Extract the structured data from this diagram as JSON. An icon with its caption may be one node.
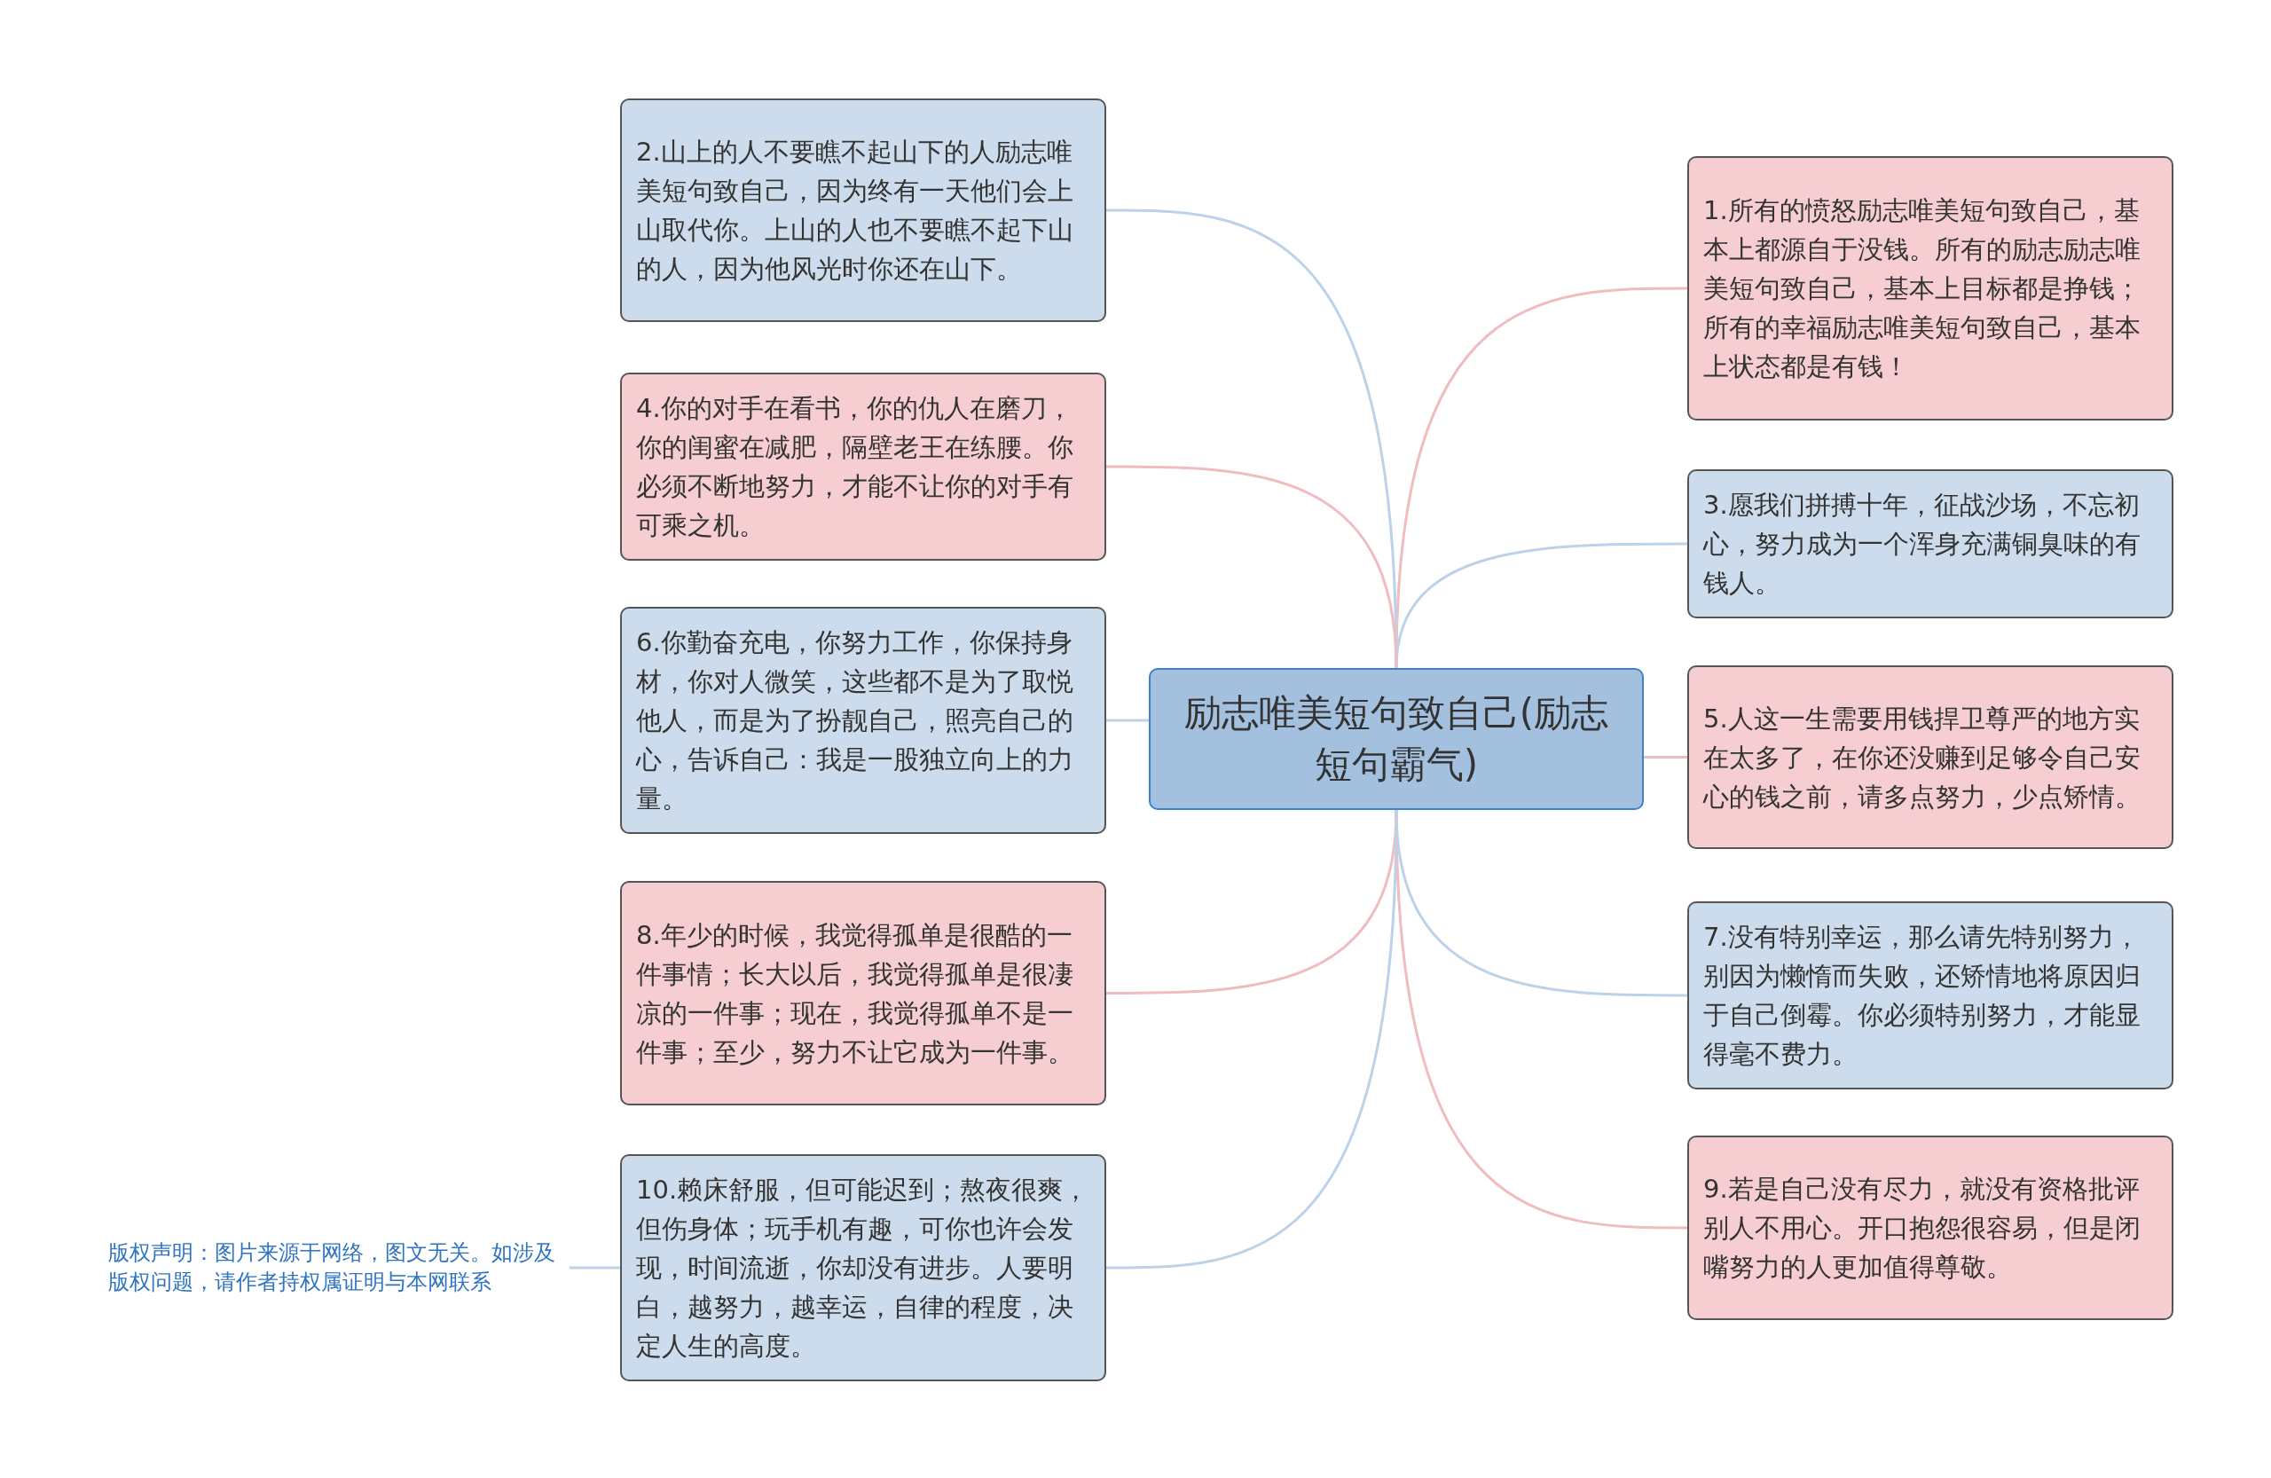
{
  "diagram": {
    "nodes": [
      {
        "text": [
          "励志唯美短句致自己(励志短句霸气)"
        ]
      },
      {
        "text": [
          "1.所有的愤怒励志唯美短句致自己，基本上都源自于没钱。所有的励志励志唯美短句致自己，基本上目标都是挣钱；所有的幸福励志唯美短句致自己，基本上状态都是有钱！"
        ]
      },
      {
        "text": [
          "2.山上的人不要瞧不起山下的人励志唯美短句致自己，因为终有一天他们会上山取代你。上山的人也不要瞧不起下山的人，因为他风光时你还在山下。"
        ]
      },
      {
        "text": [
          "3.愿我们拼搏十年，征战沙场，不忘初心，努力成为一个浑身充满铜臭味的有钱人。"
        ]
      },
      {
        "text": [
          "4.你的对手在看书，你的仇人在磨刀，你的闺蜜在减肥，隔壁老王在练腰。你必须不断地努力，才能不让你的对手有可乘之机。"
        ]
      },
      {
        "text": [
          "5.人这一生需要用钱捍卫尊严的地方实在太多了，在你还没赚到足够令自己安心的钱之前，请多点努力，少点矫情。"
        ]
      },
      {
        "text": [
          "6.你勤奋充电，你努力工作，你保持身材，你对人微笑，这些都不是为了取悦他人，而是为了扮靓自己，照亮自己的心，告诉自己：我是一股独立向上的力量。"
        ]
      },
      {
        "text": [
          "7.没有特别幸运，那么请先特别努力，别因为懒惰而失败，还矫情地将原因归于自己倒霉。你必须特别努力，才能显得毫不费力。"
        ]
      },
      {
        "text": [
          "8.年少的时候，我觉得孤单是很酷的一件事情；长大以后，我觉得孤单是很凄凉的一件事；现在，我觉得孤单不是一件事；至少，努力不让它成为一件事。"
        ]
      },
      {
        "text": [
          "9.若是自己没有尽力，就没有资格批评别人不用心。开口抱怨很容易，但是闭嘴努力的人更加值得尊敬。"
        ]
      },
      {
        "text": [
          "10.赖床舒服，但可能迟到；熬夜很爽，但伤身体；玩手机有趣，可你也许会发现，时间流逝，你却没有进步。人要明白，越努力，越幸运，自律的程度，决定人生的高度。"
        ]
      },
      {
        "text": [
          "版权声明：图片来源于网络，图文无关。如涉及版权问题，请作者持权属证明与本网联系"
        ]
      }
    ],
    "edges": [
      {
        "from": 0,
        "to": 1,
        "arrow": "none",
        "color": "#f0bcc0"
      },
      {
        "from": 0,
        "to": 2,
        "arrow": "none",
        "color": "#bcd2e8"
      },
      {
        "from": 0,
        "to": 3,
        "arrow": "none",
        "color": "#bcd2e8"
      },
      {
        "from": 0,
        "to": 4,
        "arrow": "none",
        "color": "#f0bcc0"
      },
      {
        "from": 0,
        "to": 5,
        "arrow": "none",
        "color": "#f0bcc0"
      },
      {
        "from": 0,
        "to": 6,
        "arrow": "none",
        "color": "#bcd2e8"
      },
      {
        "from": 0,
        "to": 7,
        "arrow": "none",
        "color": "#bcd2e8"
      },
      {
        "from": 0,
        "to": 8,
        "arrow": "none",
        "color": "#f0bcc0"
      },
      {
        "from": 0,
        "to": 9,
        "arrow": "none",
        "color": "#f0bcc0"
      },
      {
        "from": 0,
        "to": 10,
        "arrow": "none",
        "color": "#bcd2e8"
      },
      {
        "from": 10,
        "to": 11,
        "arrow": "none",
        "color": "#bcd2e8"
      }
    ]
  }
}
